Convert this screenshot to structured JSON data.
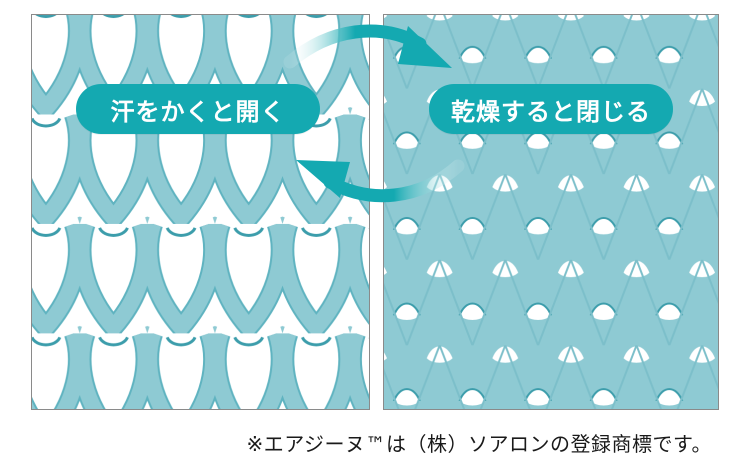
{
  "labels": {
    "open": "汗をかくと開く",
    "close": "乾燥すると閉じる"
  },
  "footnote": "※エアジーヌ™は（株）ソアロンの登録商標です。",
  "icons": {
    "top_arrow": "curved-arrow-right-icon",
    "bottom_arrow": "curved-arrow-left-icon"
  },
  "colors": {
    "fabric": "#8ecad3",
    "fabric_shadow": "#5fb3c0",
    "accent": "#14a9b1",
    "border": "#8a8a8a"
  }
}
